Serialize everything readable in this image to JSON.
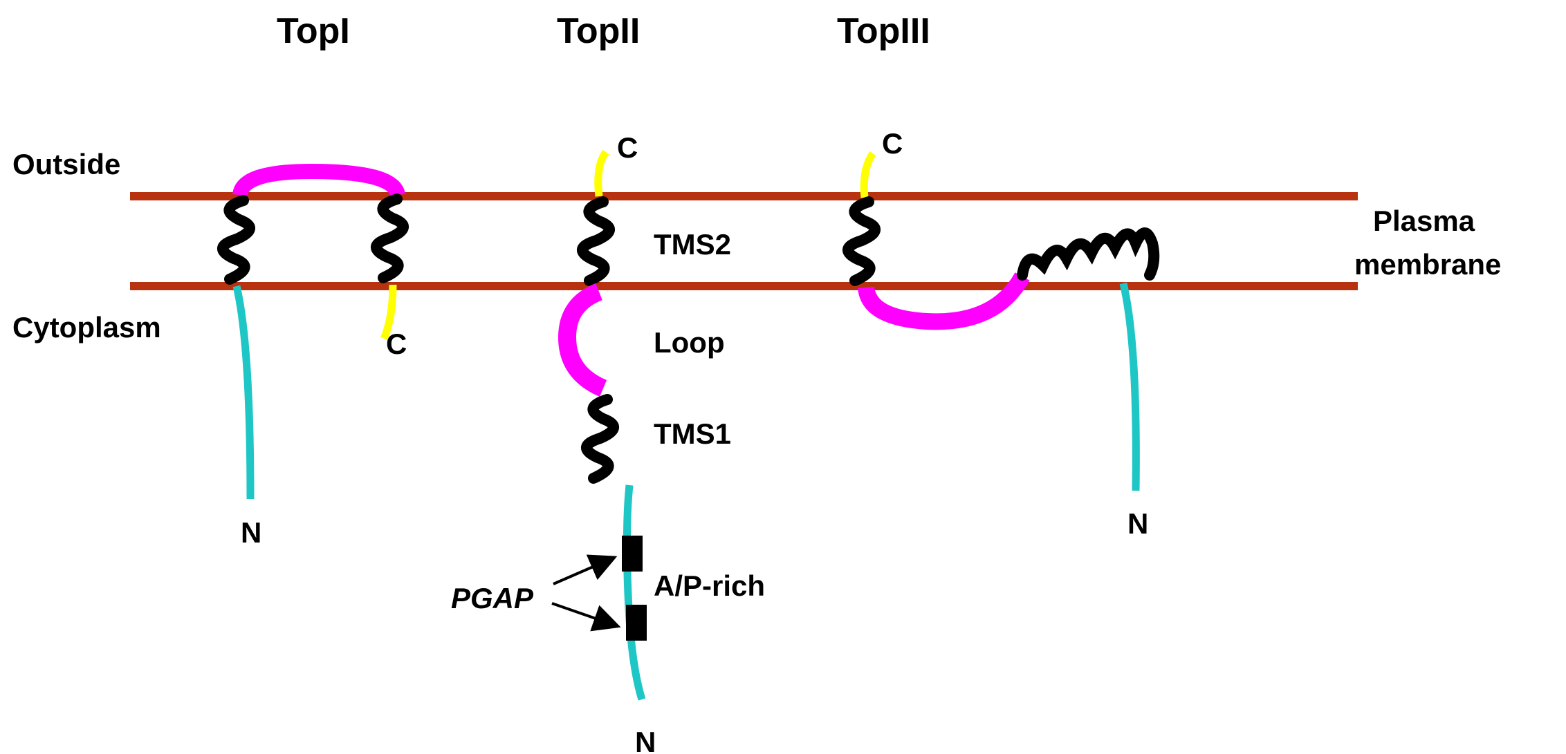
{
  "titles": {
    "top1": "TopI",
    "top2": "TopII",
    "top3": "TopIII"
  },
  "regions": {
    "outside": "Outside",
    "cytoplasm": "Cytoplasm",
    "membrane_line1": "Plasma",
    "membrane_line2": "membrane"
  },
  "top1": {
    "c_terminus": "C",
    "n_terminus": "N"
  },
  "top2": {
    "c_terminus": "C",
    "tms2": "TMS2",
    "loop": "Loop",
    "tms1": "TMS1",
    "ap_rich": "A/P-rich",
    "pgap": "PGAP",
    "n_terminus": "N"
  },
  "top3": {
    "c_terminus": "C",
    "n_terminus": "N"
  },
  "colors": {
    "membrane": "#b83210",
    "loop": "#ff00ff",
    "c_tail": "#ffff00",
    "n_tail": "#1fc6c6",
    "helix": "#000000"
  }
}
